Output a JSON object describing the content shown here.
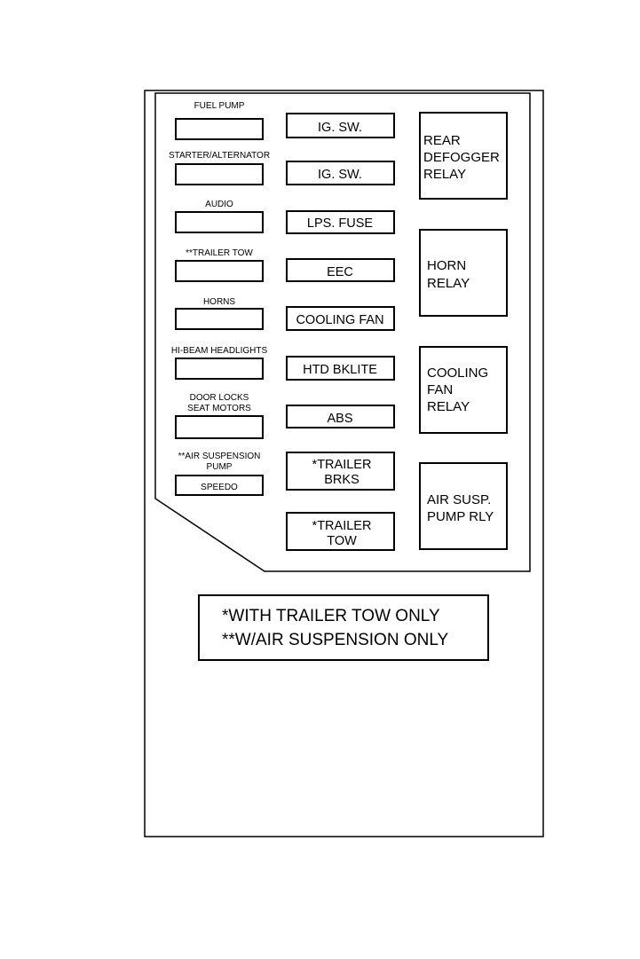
{
  "left_column": {
    "fuel_pump": "FUEL PUMP",
    "starter_alternator": "STARTER/ALTERNATOR",
    "audio": "AUDIO",
    "trailer_tow": "**TRAILER TOW",
    "horns": "HORNS",
    "hi_beam": "HI-BEAM HEADLIGHTS",
    "door_locks": "DOOR LOCKS",
    "seat_motors": "SEAT MOTORS",
    "air_suspension": "**AIR SUSPENSION",
    "pump": "PUMP",
    "speedo": "SPEEDO"
  },
  "middle_column": {
    "ig_sw_1": "IG. SW.",
    "ig_sw_2": "IG. SW.",
    "lps_fuse": "LPS. FUSE",
    "eec": "EEC",
    "cooling_fan": "COOLING FAN",
    "htd_bklite": "HTD BKLITE",
    "abs": "ABS",
    "trailer_brks_1": "*TRAILER",
    "trailer_brks_2": "BRKS",
    "trailer_tow_1": "*TRAILER",
    "trailer_tow_2": "TOW"
  },
  "relays": {
    "rear_defogger_1": "REAR",
    "rear_defogger_2": "DEFOGGER",
    "rear_defogger_3": "RELAY",
    "horn_1": "HORN",
    "horn_2": "RELAY",
    "cooling_fan_1": "COOLING",
    "cooling_fan_2": "FAN",
    "cooling_fan_3": "RELAY",
    "air_susp_1": "AIR SUSP.",
    "air_susp_2": "PUMP RLY"
  },
  "notes": {
    "line1": "*WITH TRAILER TOW ONLY",
    "line2": "**W/AIR SUSPENSION ONLY"
  }
}
